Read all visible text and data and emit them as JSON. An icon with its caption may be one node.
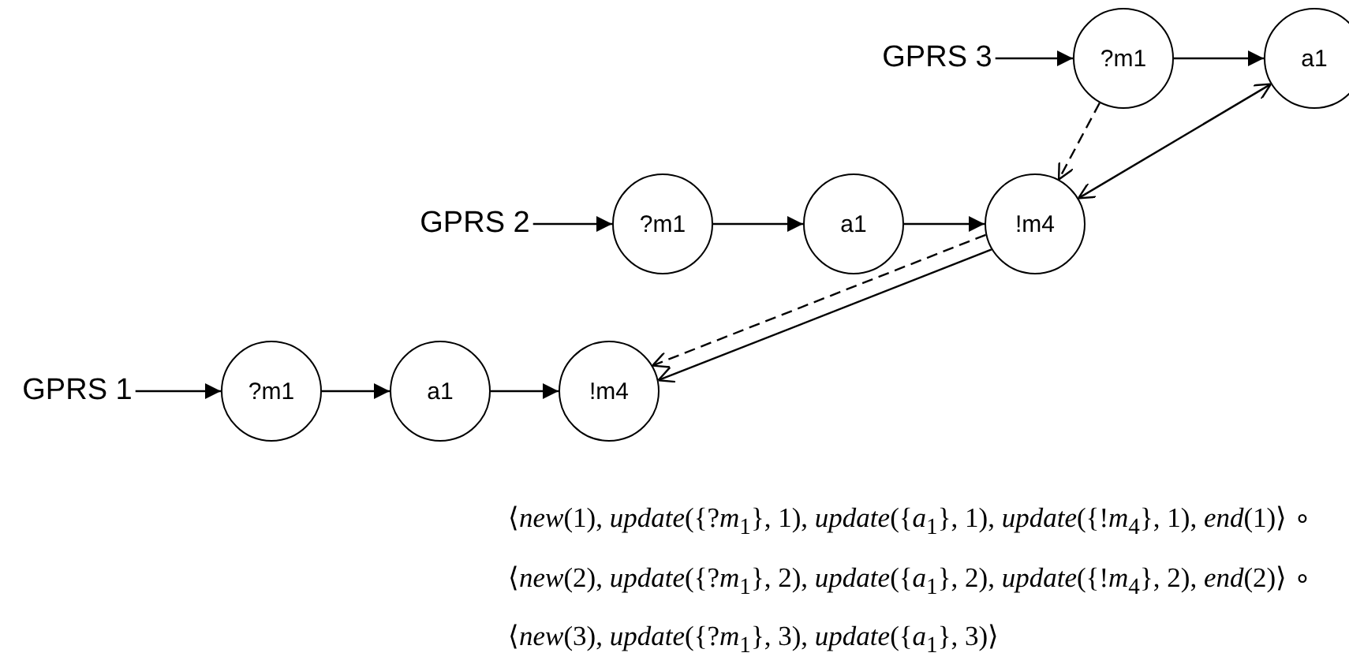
{
  "diagram": {
    "nodes": [
      {
        "text": [
          "GPRS 3"
        ]
      },
      {
        "text": [
          "?m1"
        ]
      },
      {
        "text": [
          "a1"
        ]
      },
      {
        "text": [
          "GPRS 2"
        ]
      },
      {
        "text": [
          "?m1"
        ]
      },
      {
        "text": [
          "a1"
        ]
      },
      {
        "text": [
          "!m4"
        ]
      },
      {
        "text": [
          "GPRS 1"
        ]
      },
      {
        "text": [
          "?m1"
        ]
      },
      {
        "text": [
          "a1"
        ]
      },
      {
        "text": [
          "!m4"
        ]
      }
    ],
    "edges": [
      {
        "from": 0,
        "to": 1,
        "arrow": "to"
      },
      {
        "from": 1,
        "to": 2,
        "arrow": "to"
      },
      {
        "from": 3,
        "to": 4,
        "arrow": "to"
      },
      {
        "from": 4,
        "to": 5,
        "arrow": "to"
      },
      {
        "from": 5,
        "to": 6,
        "arrow": "to"
      },
      {
        "from": 7,
        "to": 8,
        "arrow": "to"
      },
      {
        "from": 8,
        "to": 9,
        "arrow": "to"
      },
      {
        "from": 9,
        "to": 10,
        "arrow": "to"
      },
      {
        "from": 1,
        "to": 6,
        "arrow": "to",
        "style": "dashed"
      },
      {
        "from": 6,
        "to": 2,
        "arrow": "both"
      },
      {
        "from": 6,
        "to": 10,
        "arrow": "to",
        "style": "dashed"
      },
      {
        "from": 6,
        "to": 10,
        "arrow": "to"
      }
    ],
    "labels": [
      "⟨*new*(1), *update*({?*m*$_{1}$}, 1), *update*({*a*$_{1}$}, 1), *update*({!*m*$_{4}$}, 1), *end*(1)⟩ ∘",
      "⟨*new*(2), *update*({?*m*$_{1}$}, 2), *update*({*a*$_{1}$}, 2), *update*({!*m*$_{4}$}, 2), *end*(2)⟩ ∘",
      "⟨*new*(3), *update*({?*m*$_{1}$}, 3), *update*({*a*$_{1}$}, 3)⟩"
    ]
  }
}
